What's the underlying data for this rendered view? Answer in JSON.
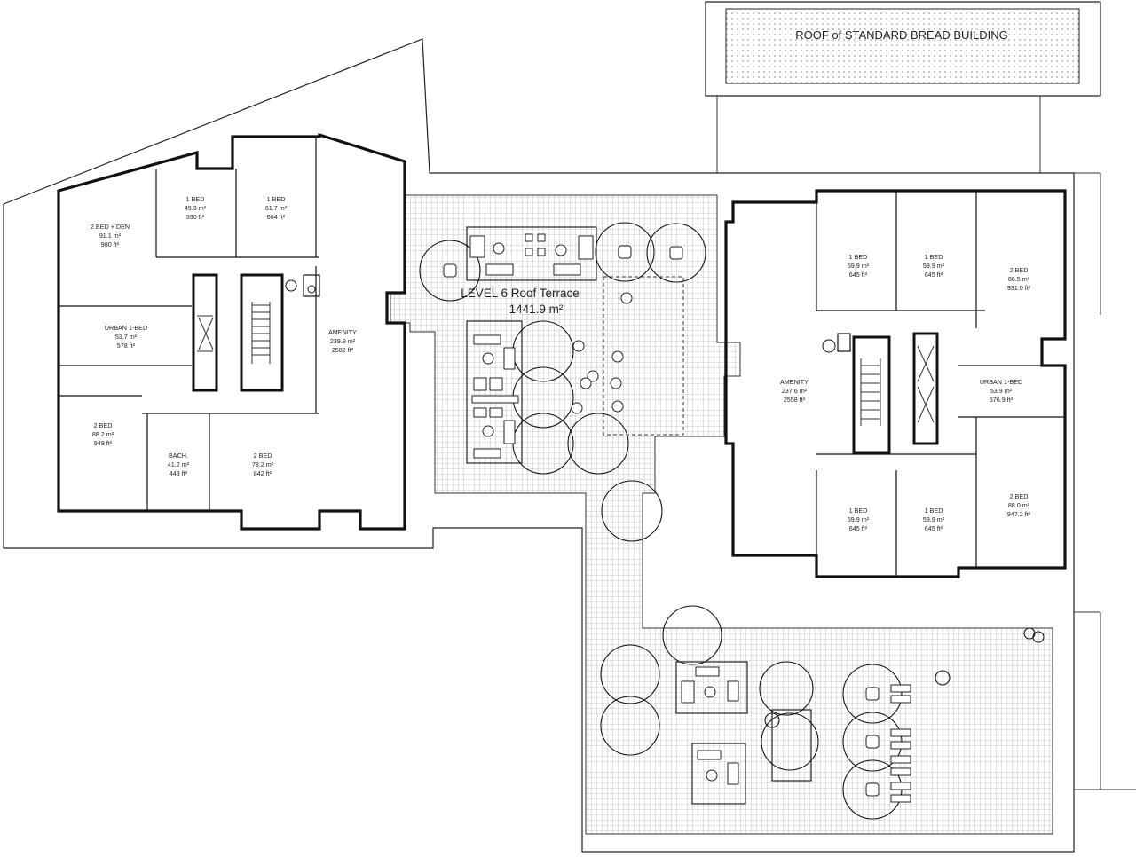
{
  "titles": {
    "standard_bread": "ROOF of STANDARD BREAD BUILDING",
    "terrace_name": "LEVEL 6 Roof Terrace",
    "terrace_area": "1441.9 m²"
  },
  "units_left": [
    {
      "id": "2bed-den",
      "name": "2 BED + DEN",
      "m2": "91.1 m²",
      "ft2": "980 ft²"
    },
    {
      "id": "1bed-a",
      "name": "1 BED",
      "m2": "49.3 m²",
      "ft2": "530 ft²"
    },
    {
      "id": "1bed-b",
      "name": "1 BED",
      "m2": "61.7 m²",
      "ft2": "664 ft²"
    },
    {
      "id": "urban-1bed",
      "name": "URBAN 1-BED",
      "m2": "53.7 m²",
      "ft2": "578 ft²"
    },
    {
      "id": "amenity",
      "name": "AMENITY",
      "m2": "239.9 m²",
      "ft2": "2582 ft²"
    },
    {
      "id": "2bed-a",
      "name": "2 BED",
      "m2": "88.2 m²",
      "ft2": "949 ft²"
    },
    {
      "id": "bach",
      "name": "BACH.",
      "m2": "41.2 m²",
      "ft2": "443 ft²"
    },
    {
      "id": "2bed-b",
      "name": "2 BED",
      "m2": "78.2 m²",
      "ft2": "842 ft²"
    }
  ],
  "units_right": [
    {
      "id": "1bed-c",
      "name": "1 BED",
      "m2": "59.9 m²",
      "ft2": "645 ft²"
    },
    {
      "id": "1bed-d",
      "name": "1 BED",
      "m2": "59.9 m²",
      "ft2": "645 ft²"
    },
    {
      "id": "2bed-c",
      "name": "2 BED",
      "m2": "86.5 m²",
      "ft2": "931.0 ft²"
    },
    {
      "id": "amenity-r",
      "name": "AMENITY",
      "m2": "237.6 m²",
      "ft2": "2558 ft²"
    },
    {
      "id": "urban-1bed-r",
      "name": "URBAN 1-BED",
      "m2": "53.9 m²",
      "ft2": "576.9 ft²"
    },
    {
      "id": "1bed-e",
      "name": "1 BED",
      "m2": "59.9 m²",
      "ft2": "645 ft²"
    },
    {
      "id": "1bed-f",
      "name": "1 BED",
      "m2": "59.9 m²",
      "ft2": "645 ft²"
    },
    {
      "id": "2bed-d",
      "name": "2 BED",
      "m2": "88.0 m²",
      "ft2": "947.2 ft²"
    }
  ],
  "colors": {
    "walls": "#111111",
    "paving_grid": "#9a9a9a",
    "background": "#ffffff"
  }
}
